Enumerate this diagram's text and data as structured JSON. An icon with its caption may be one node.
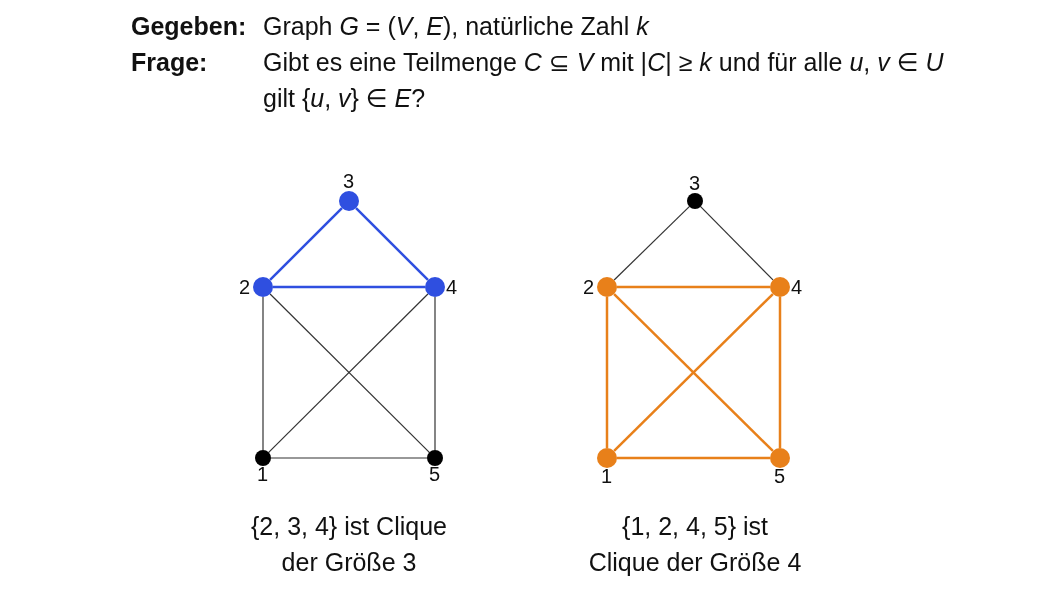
{
  "diagram": {
    "nodes": [
      {
        "text": [
          "3"
        ]
      },
      {
        "text": [
          "2"
        ]
      },
      {
        "text": [
          "4"
        ]
      },
      {
        "text": [
          "1"
        ]
      },
      {
        "text": [
          "5"
        ]
      },
      {
        "text": [
          "3"
        ]
      },
      {
        "text": [
          "2"
        ]
      },
      {
        "text": [
          "4"
        ]
      },
      {
        "text": [
          "1"
        ]
      },
      {
        "text": [
          "5"
        ]
      }
    ],
    "edges": [
      {
        "from": 0,
        "to": 1,
        "arrow": "none",
        "color": "#2f4fe0"
      },
      {
        "from": 0,
        "to": 2,
        "arrow": "none",
        "color": "#2f4fe0"
      },
      {
        "from": 1,
        "to": 2,
        "arrow": "none",
        "color": "#2f4fe0"
      },
      {
        "from": 1,
        "to": 3,
        "arrow": "none"
      },
      {
        "from": 1,
        "to": 4,
        "arrow": "none"
      },
      {
        "from": 2,
        "to": 3,
        "arrow": "none"
      },
      {
        "from": 2,
        "to": 4,
        "arrow": "none"
      },
      {
        "from": 3,
        "to": 4,
        "arrow": "none"
      },
      {
        "from": 5,
        "to": 6,
        "arrow": "none"
      },
      {
        "from": 5,
        "to": 7,
        "arrow": "none"
      },
      {
        "from": 6,
        "to": 7,
        "arrow": "none",
        "color": "#e8801a"
      },
      {
        "from": 6,
        "to": 8,
        "arrow": "none",
        "color": "#e8801a"
      },
      {
        "from": 6,
        "to": 9,
        "arrow": "none",
        "color": "#e8801a"
      },
      {
        "from": 7,
        "to": 8,
        "arrow": "none",
        "color": "#e8801a"
      },
      {
        "from": 7,
        "to": 9,
        "arrow": "none",
        "color": "#e8801a"
      },
      {
        "from": 8,
        "to": 9,
        "arrow": "none",
        "color": "#e8801a"
      }
    ],
    "labels": [
      "Gegeben:",
      "Graph *G* = (*V*, *E*), natürliche Zahl *k*",
      "Frage:",
      "Gibt es eine Teilmenge *C* ⊆ *V* mit |*C*| ≥ *k* und für alle *u*, *v* ∈ *U* gilt {*u*, *v*} ∈ *E*?",
      "{2, 3, 4} ist Clique der Größe 3",
      "{1, 2, 4, 5} ist Clique der Größe 4"
    ]
  }
}
